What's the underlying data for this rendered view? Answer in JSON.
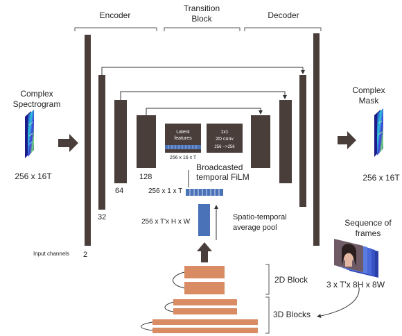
{
  "sections": {
    "encoder": "Encoder",
    "transition_line1": "Transition",
    "transition_line2": "Block",
    "decoder": "Decoder"
  },
  "input": {
    "title_line1": "Complex",
    "title_line2": "Spectrogram",
    "size": "256 x 16T"
  },
  "output": {
    "title_line1": "Complex",
    "title_line2": "Mask",
    "size": "256 x 16T"
  },
  "encoder_channels": [
    "128",
    "64",
    "32",
    "2"
  ],
  "input_channels_label": "Input channels",
  "latent": {
    "line1": "Latent",
    "line2": "features",
    "size": "256 x 16 x T"
  },
  "conv": {
    "line1": "1x1",
    "line2": "2D conv",
    "line3": "256 -->256"
  },
  "film": {
    "line1": "Broadcasted",
    "line2": "temporal FiLM"
  },
  "film_vector_size": "256 x 1 x T",
  "pool": {
    "size": "256 x T'x H x W",
    "line1": "Spatio-temporal",
    "line2": "average pool"
  },
  "frames": {
    "title_line1": "Sequence of",
    "title_line2": "frames",
    "size": "3 x T'x 8H x 8W"
  },
  "blocks": {
    "block2d": "2D Block",
    "blocks3d": "3D Blocks"
  },
  "colors": {
    "unet_bar": "#4a3e3a",
    "film_blue": "#4a72b8",
    "block_orange": "#d98c63",
    "arrow": "#4a3e3a"
  }
}
